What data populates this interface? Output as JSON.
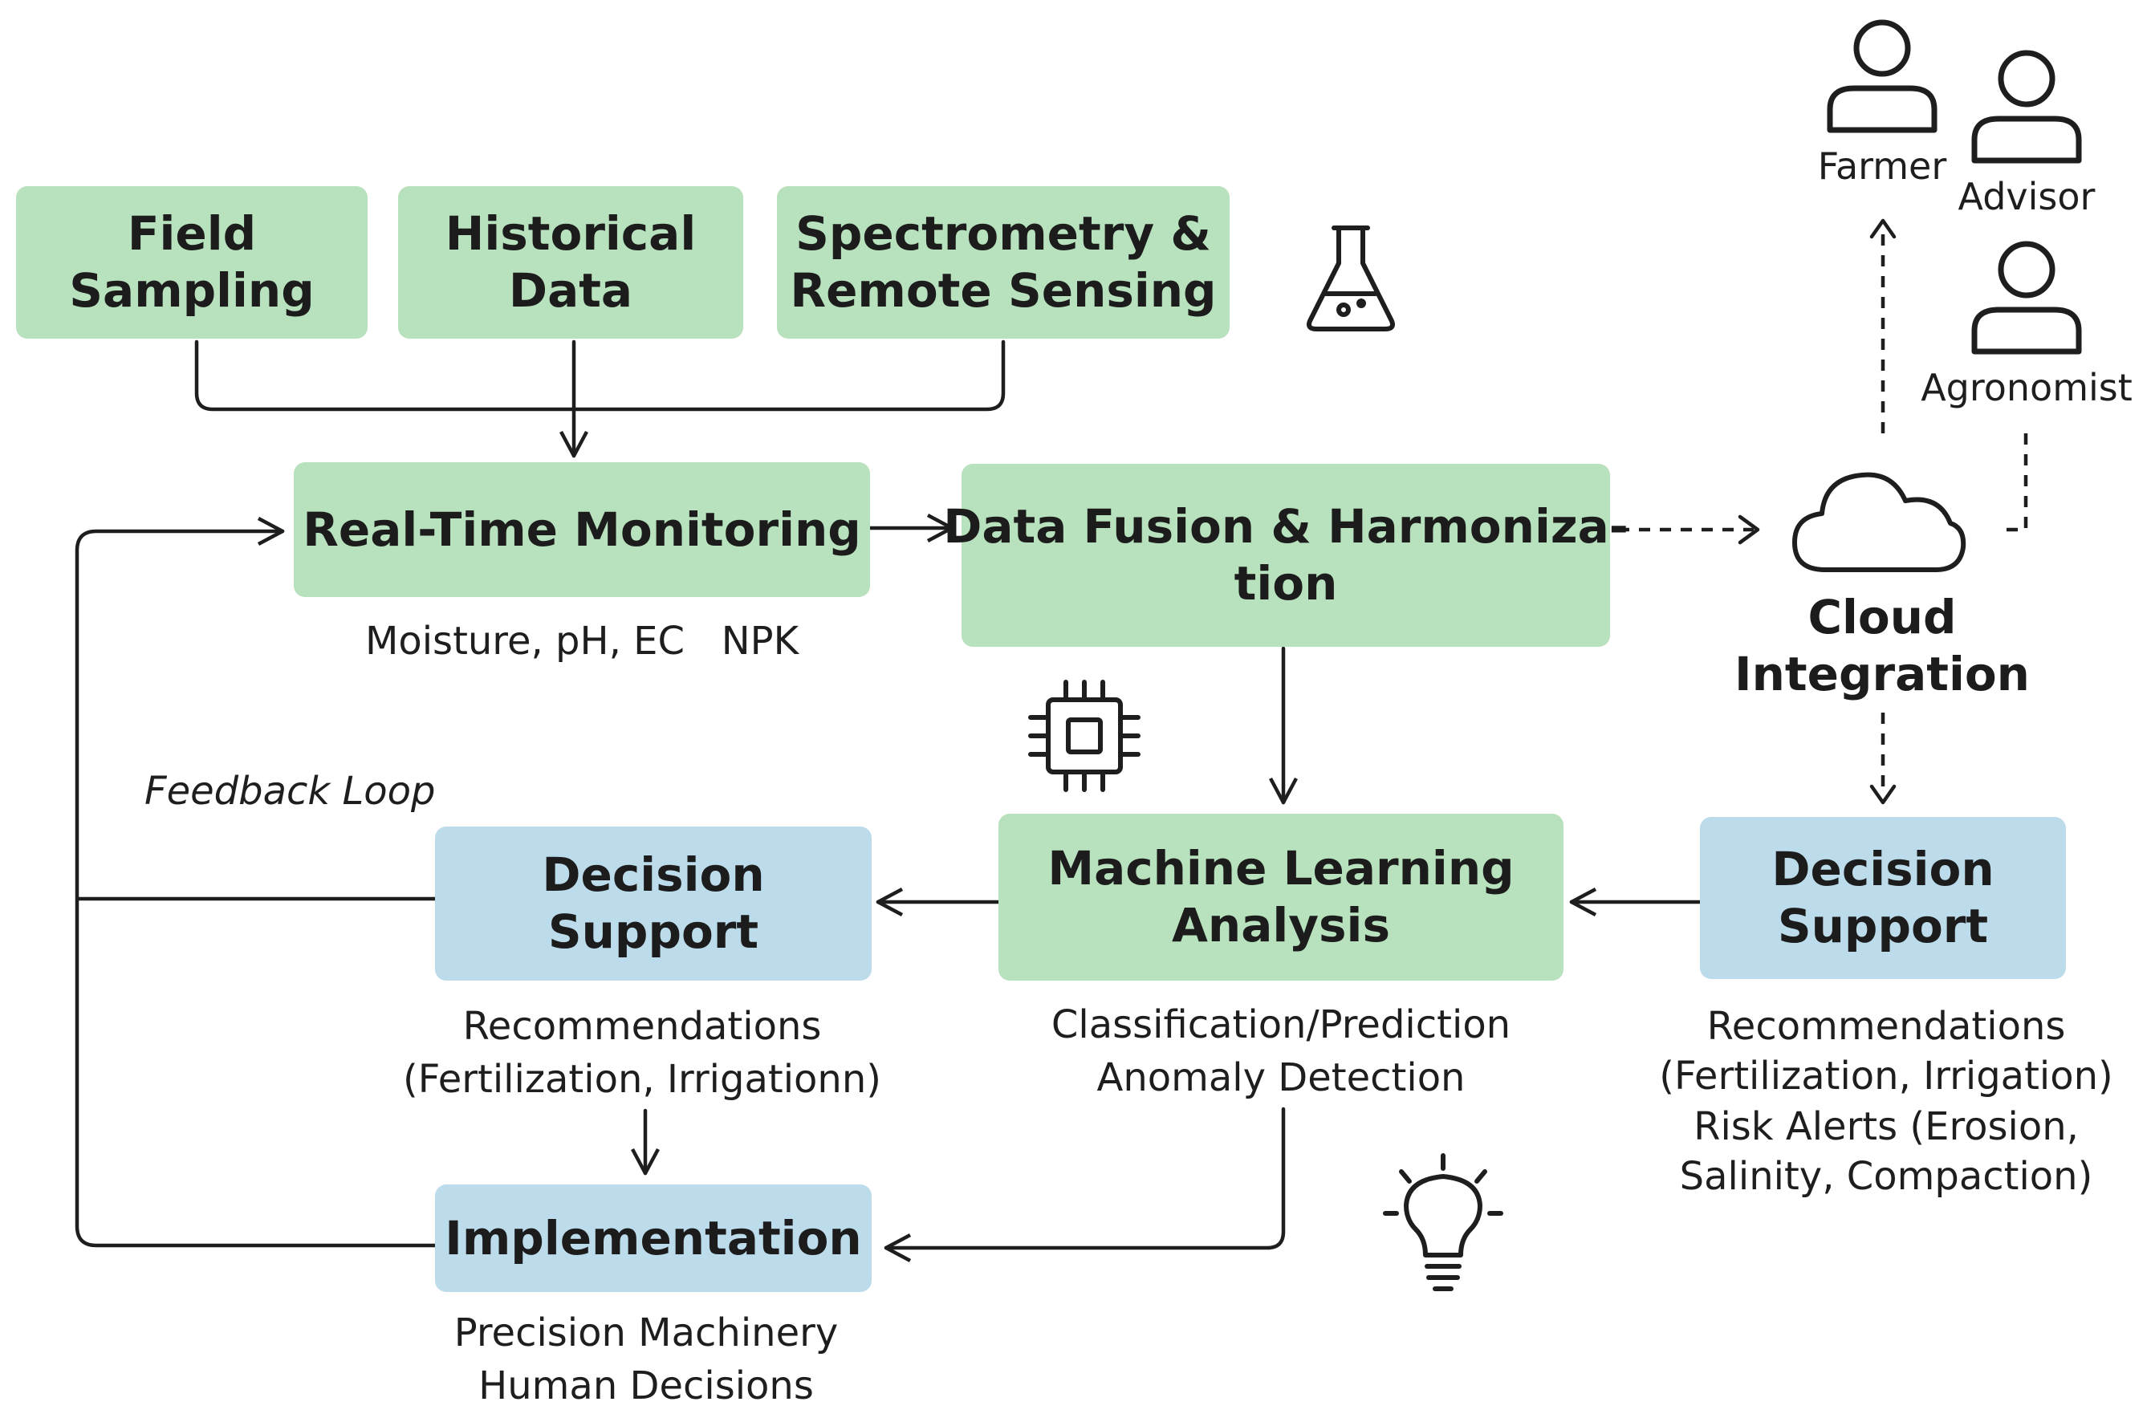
{
  "sources": {
    "field_sampling": [
      "Field",
      "Sampling"
    ],
    "historical_data": [
      "Historical",
      "Data"
    ],
    "spectrometry": [
      "Spectrometry &",
      "Remote Sensing"
    ]
  },
  "monitoring": {
    "title": "Real-Time Monitoring",
    "caption": "Moisture, pH, EC   NPK"
  },
  "fusion": {
    "title": [
      "Data Fusion & Harmoniza-",
      "tion"
    ]
  },
  "cloud": {
    "title": [
      "Cloud",
      "Integration"
    ]
  },
  "users": {
    "farmer": "Farmer",
    "advisor": "Advisor",
    "agronomist": "Agronomist"
  },
  "ml": {
    "title": [
      "Machine Learning",
      "Analysis"
    ],
    "caption": [
      "Classification/Prediction",
      "Anomaly Detection"
    ]
  },
  "decision_left": {
    "title": [
      "Decision",
      "Support"
    ],
    "caption": [
      "Recommendations",
      "(Fertilization, Irrigationn)"
    ]
  },
  "decision_right": {
    "title": [
      "Decision",
      "Support"
    ],
    "caption": [
      "Recommendations",
      "(Fertilization, Irrigation)",
      "Risk Alerts (Erosion,",
      "Salinity, Compaction)"
    ]
  },
  "implementation": {
    "title": "Implementation",
    "caption": [
      "Precision Machinery",
      "Human Decisions"
    ]
  },
  "feedback_loop": "Feedback Loop",
  "icons": [
    "flask-icon",
    "chip-icon",
    "cloud-icon",
    "lightbulb-icon",
    "farmer-icon",
    "advisor-icon",
    "agronomist-icon"
  ],
  "colors": {
    "green_box": "#b8e2bd",
    "blue_box": "#bcdcec",
    "line": "#1e1e1e"
  }
}
